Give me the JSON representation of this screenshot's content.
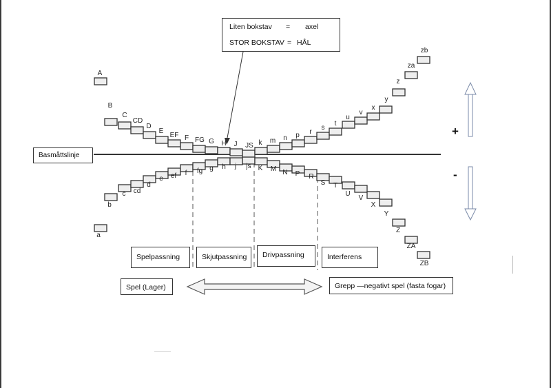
{
  "title_legend": {
    "row1_key": "Liten bokstav",
    "row1_eq": "=",
    "row1_value": "axel",
    "row2_key": "STOR BOKSTAV",
    "row2_eq": "=",
    "row2_value": "HÅL"
  },
  "basis_line_label": "Basmåttslinje",
  "sign_plus": "+",
  "sign_minus": "-",
  "hole_letters_upper": [
    "A",
    "B",
    "C",
    "CD",
    "D",
    "E",
    "EF",
    "F",
    "FG",
    "G",
    "H",
    "J",
    "JS",
    "K",
    "M",
    "N",
    "P",
    "R",
    "S",
    "T",
    "U",
    "V",
    "X",
    "Y",
    "Z",
    "ZA",
    "ZB"
  ],
  "shaft_letters_upper": [
    "k",
    "m",
    "n",
    "p",
    "r",
    "s",
    "t",
    "u",
    "v",
    "x",
    "y",
    "z",
    "za",
    "zb"
  ],
  "shaft_letters_lower": [
    "a",
    "b",
    "c",
    "cd",
    "d",
    "e",
    "ef",
    "f",
    "fg",
    "g",
    "h",
    "j",
    "js"
  ],
  "fit_types": [
    {
      "label": "Spelpassning"
    },
    {
      "label": "Skjutpassning"
    },
    {
      "label": "Drivpassning"
    },
    {
      "label": "Interferens"
    }
  ],
  "range_left_label": "Spel (Lager)",
  "range_right_label": "Grepp —negativt spel (fasta fogar)",
  "colors": {
    "line": "#333333",
    "box_fill": "#eeeeee",
    "arrow_stroke": "#7a8aa8"
  },
  "labels": {
    "A": "A",
    "B": "B",
    "C": "C",
    "CD": "CD",
    "D": "D",
    "E": "E",
    "EF": "EF",
    "F": "F",
    "FG": "FG",
    "G": "G",
    "H": "H",
    "J": "J",
    "JS": "JS",
    "k": "k",
    "m": "m",
    "n": "n",
    "p": "p",
    "r": "r",
    "s": "s",
    "t": "t",
    "u": "u",
    "v": "v",
    "x": "x",
    "y": "y",
    "z": "z",
    "za": "za",
    "zb": "zb",
    "a": "a",
    "b": "b",
    "c": "c",
    "cd": "cd",
    "d": "d",
    "e": "e",
    "ef": "ef",
    "f": "f",
    "fg": "fg",
    "g": "g",
    "h": "h",
    "j": "j",
    "js": "js",
    "K": "K",
    "M": "M",
    "N": "N",
    "P": "P",
    "R": "R",
    "S": "S",
    "T": "T",
    "U": "U",
    "V": "V",
    "X": "X",
    "Y": "Y",
    "Z": "Z",
    "ZA": "ZA",
    "ZB": "ZB"
  }
}
